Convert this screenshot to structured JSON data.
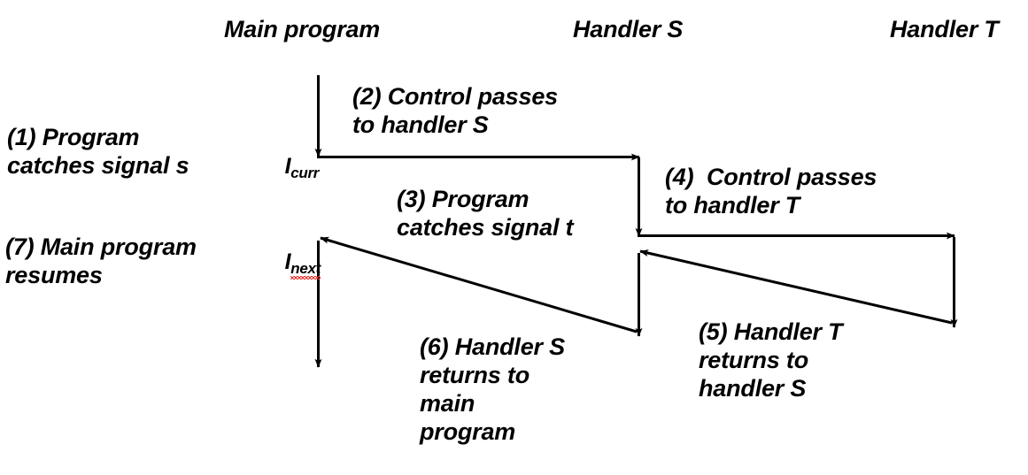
{
  "diagram": {
    "title_columns": [
      {
        "id": "main-program",
        "label": "Main program"
      },
      {
        "id": "handler-s",
        "label": "Handler S"
      },
      {
        "id": "handler-t",
        "label": "Handler T"
      }
    ],
    "instruction_labels": [
      {
        "id": "i-curr",
        "base": "I",
        "sub": "curr",
        "misspelled": false
      },
      {
        "id": "i-next",
        "base": "I",
        "sub": "next",
        "misspelled": true
      }
    ],
    "steps": [
      {
        "id": "step-1",
        "text": "(1) Program\ncatches signal s"
      },
      {
        "id": "step-2",
        "text": "(2) Control passes\nto handler S"
      },
      {
        "id": "step-3",
        "text": "(3) Program\ncatches signal t"
      },
      {
        "id": "step-4",
        "text": "(4)  Control passes\nto handler T"
      },
      {
        "id": "step-5",
        "text": "(5) Handler T\nreturns to\nhandler S"
      },
      {
        "id": "step-6",
        "text": "(6) Handler S\nreturns to\nmain\nprogram"
      },
      {
        "id": "step-7",
        "text": "(7) Main program\nresumes"
      }
    ],
    "colors": {
      "stroke": "#000000",
      "background": "#ffffff",
      "spellcheck_underline": "#e8312a"
    },
    "arrows": [
      {
        "id": "arrow-main-entry",
        "from": "main program top",
        "to": "I curr"
      },
      {
        "id": "arrow-main-to-handler-s",
        "from": "I curr",
        "to": "handler S"
      },
      {
        "id": "arrow-handler-s-down-1",
        "from": "handler S entry",
        "to": "handler S signal t"
      },
      {
        "id": "arrow-handler-s-to-handler-t",
        "from": "handler S",
        "to": "handler T"
      },
      {
        "id": "arrow-handler-t-down",
        "from": "handler T entry",
        "to": "handler T return"
      },
      {
        "id": "arrow-handler-t-to-handler-s",
        "from": "handler T",
        "to": "handler S"
      },
      {
        "id": "arrow-handler-s-down-2",
        "from": "handler S resume",
        "to": "handler S end"
      },
      {
        "id": "arrow-handler-s-to-main",
        "from": "handler S",
        "to": "I next"
      },
      {
        "id": "arrow-main-resume",
        "from": "I next",
        "to": "main program end"
      }
    ]
  }
}
